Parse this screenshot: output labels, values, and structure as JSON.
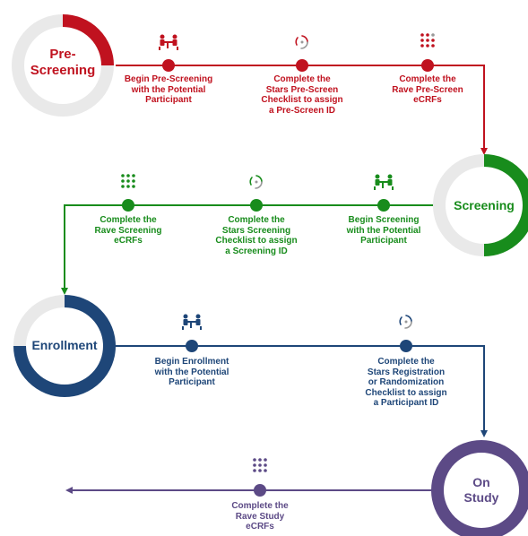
{
  "colors": {
    "pre_screening": "#c0121f",
    "screening": "#188c1c",
    "enrollment": "#1e4678",
    "on_study": "#5c4a86",
    "ring_track": "#e9e9e9"
  },
  "stages": {
    "pre_screening": {
      "label": "Pre-\nScreening",
      "steps": [
        {
          "text": "Begin Pre-Screening\nwith the Potential\nParticipant",
          "icon": "meeting-icon"
        },
        {
          "text": "Complete the\nStars Pre-Screen\nChecklist to assign\na Pre-Screen ID",
          "icon": "swirl-icon"
        },
        {
          "text": "Complete the\nRave Pre-Screen\neCRFs",
          "icon": "dot-grid-icon"
        }
      ]
    },
    "screening": {
      "label": "Screening",
      "steps": [
        {
          "text": "Begin Screening\nwith the Potential\nParticipant",
          "icon": "meeting-icon"
        },
        {
          "text": "Complete the\nStars Screening\nChecklist to assign\na Screening ID",
          "icon": "swirl-icon"
        },
        {
          "text": "Complete the\nRave Screening\neCRFs",
          "icon": "dot-grid-icon"
        }
      ]
    },
    "enrollment": {
      "label": "Enrollment",
      "steps": [
        {
          "text": "Begin Enrollment\nwith the Potential\nParticipant",
          "icon": "meeting-icon"
        },
        {
          "text": "Complete the\nStars Registration\nor Randomization\nChecklist to assign\na Participant ID",
          "icon": "swirl-icon"
        }
      ]
    },
    "on_study": {
      "label": "On\nStudy",
      "steps": [
        {
          "text": "Complete the\nRave Study\neCRFs",
          "icon": "dot-grid-icon"
        }
      ]
    }
  }
}
